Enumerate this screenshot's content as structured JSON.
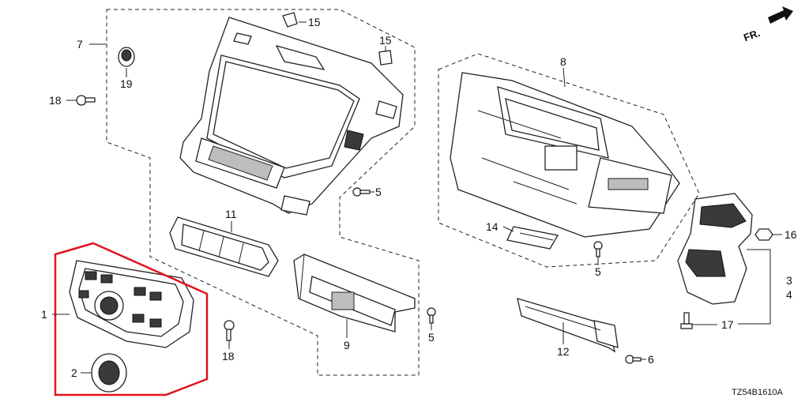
{
  "diagram": {
    "drawing_code": "TZ54B1610A",
    "direction_label": "FR.",
    "part_numbers": {
      "p1": "1",
      "p2": "2",
      "p3": "3",
      "p4": "4",
      "p5a": "5",
      "p5b": "5",
      "p5c": "5",
      "p6": "6",
      "p7": "7",
      "p8": "8",
      "p9": "9",
      "p11": "11",
      "p12": "12",
      "p14": "14",
      "p15a": "15",
      "p15b": "15",
      "p16": "16",
      "p17": "17",
      "p18a": "18",
      "p18b": "18",
      "p19": "19"
    },
    "highlight_color": "#e0141e"
  }
}
